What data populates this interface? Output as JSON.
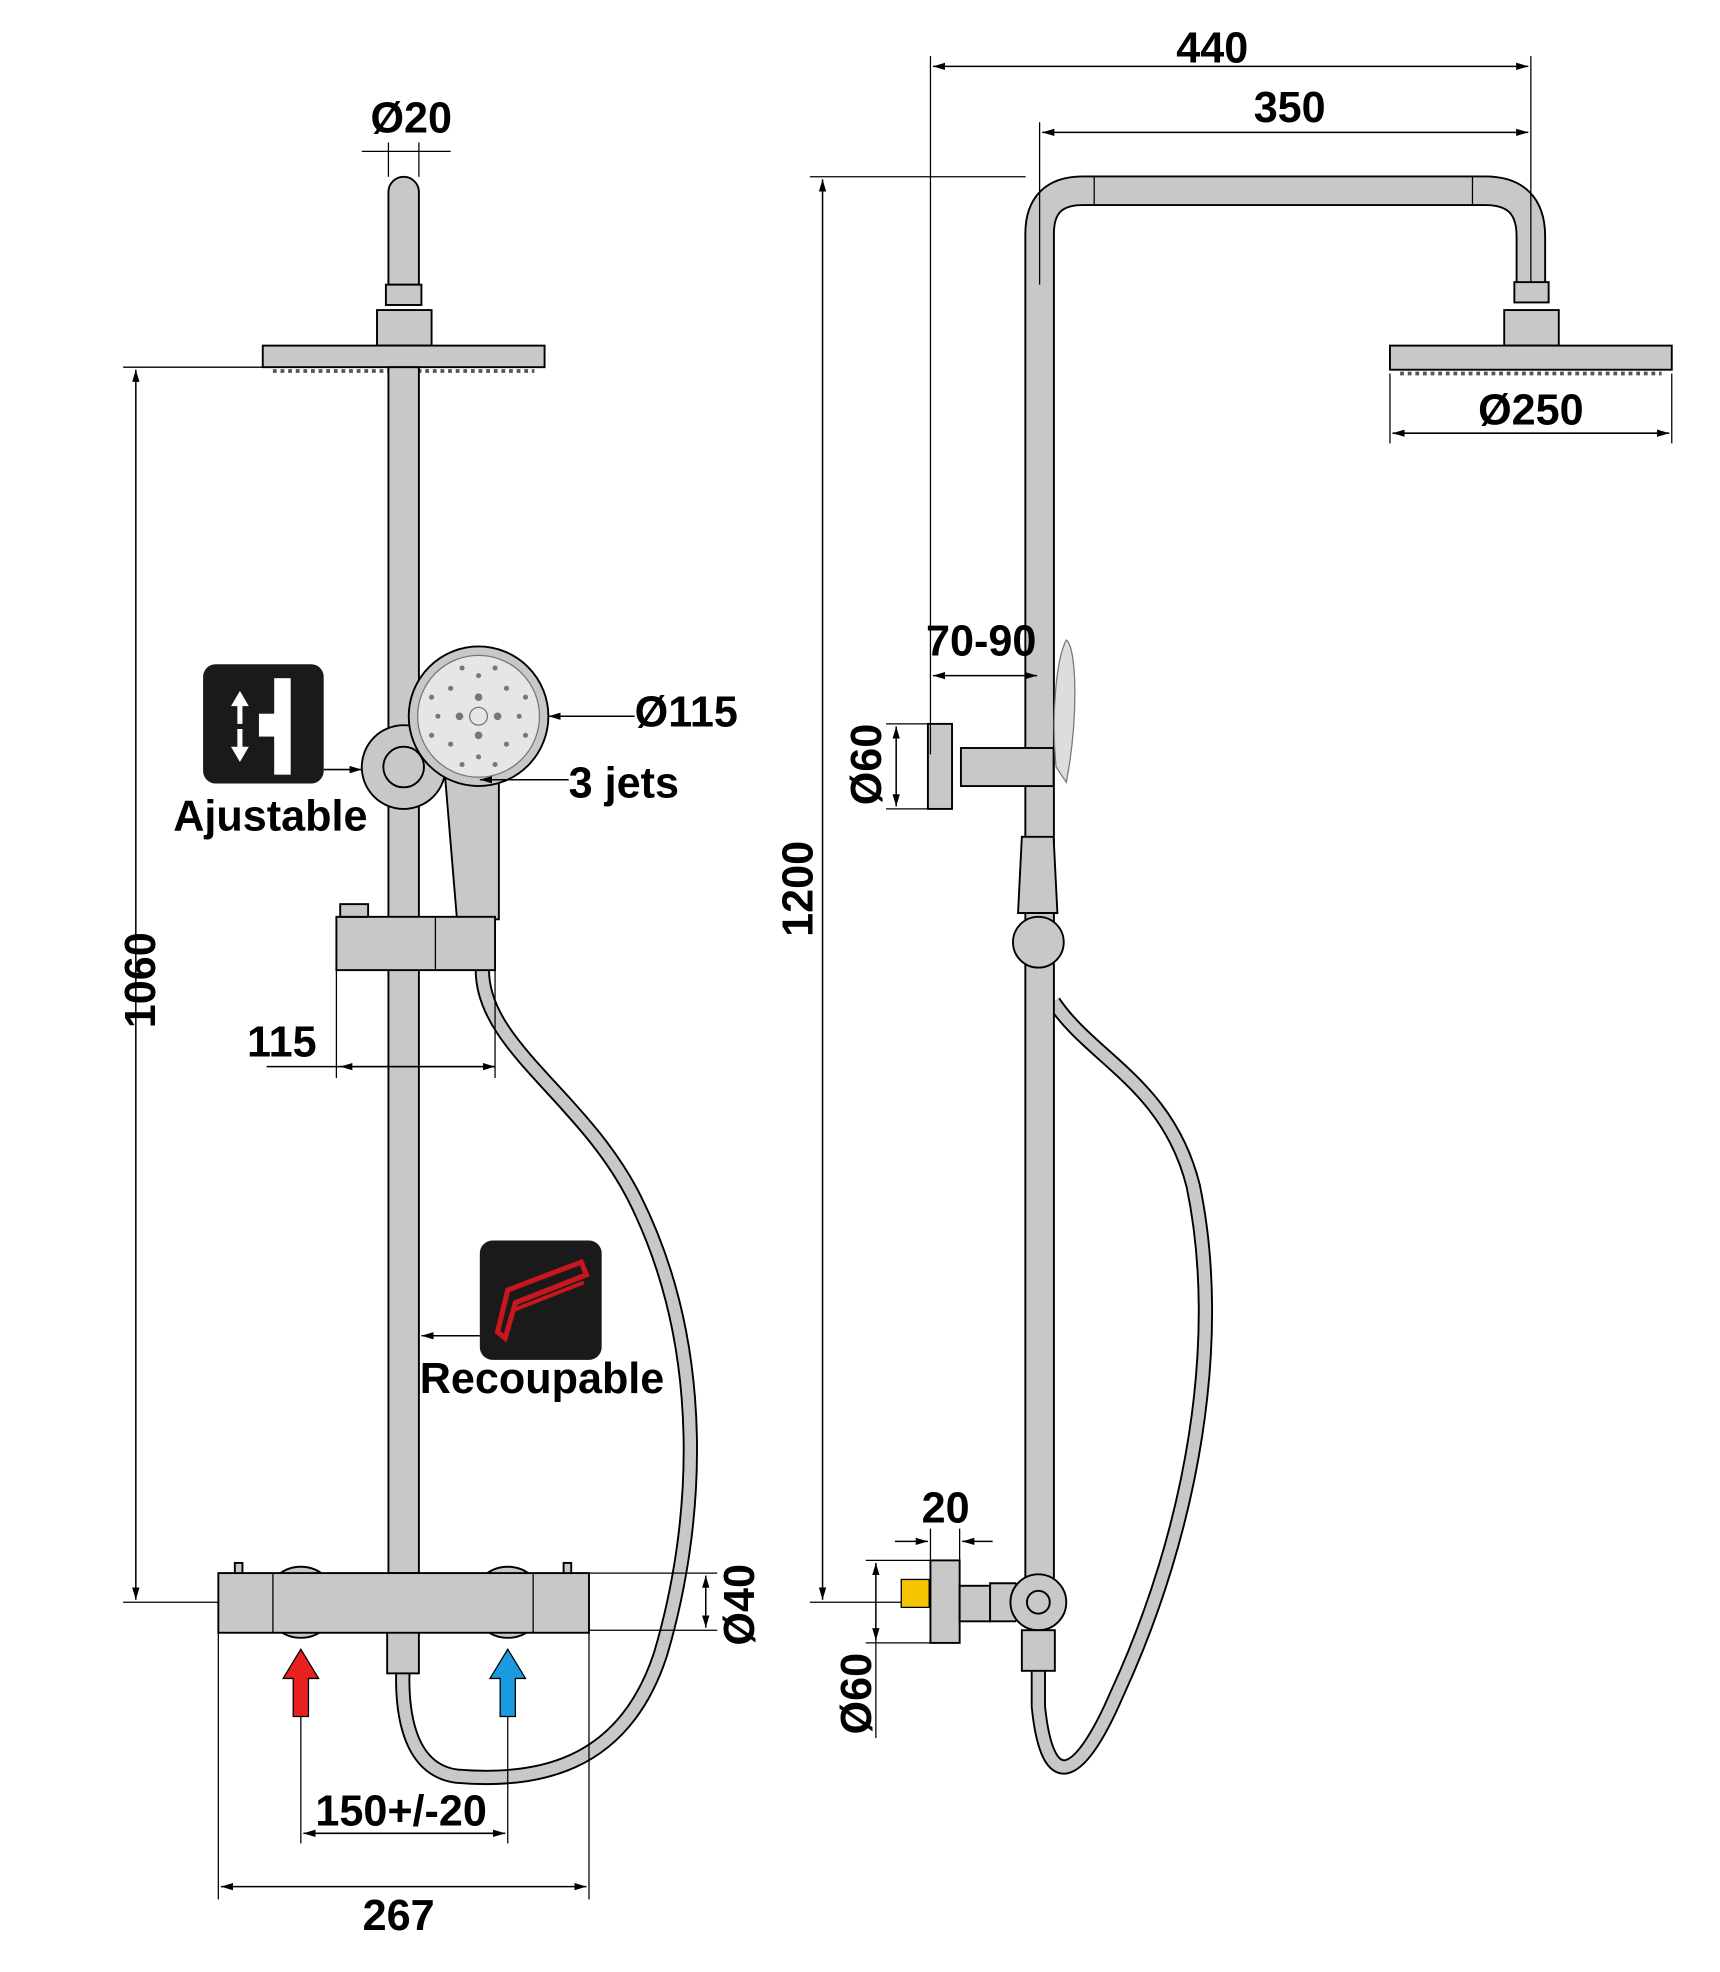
{
  "front_view": {
    "top_pipe_diameter": "Ø20",
    "height_label": "1060",
    "hand_shower_diameter": "Ø115",
    "jets_label": "3 jets",
    "adjustable_label": "Ajustable",
    "slider_offset": "115",
    "cuttable_label": "Recoupable",
    "body_diameter": "Ø40",
    "inlet_spacing": "150+/-20",
    "body_width": "267",
    "hot_color": "#e8201f",
    "cold_color": "#1a9be0"
  },
  "side_view": {
    "total_reach": "440",
    "arm_reach": "350",
    "head_diameter": "Ø250",
    "total_height": "1200",
    "bracket_offset": "70-90",
    "bracket_diameter": "Ø60",
    "wall_offset": "20",
    "connector_diameter": "Ø60",
    "connector_color": "#f5c400"
  }
}
